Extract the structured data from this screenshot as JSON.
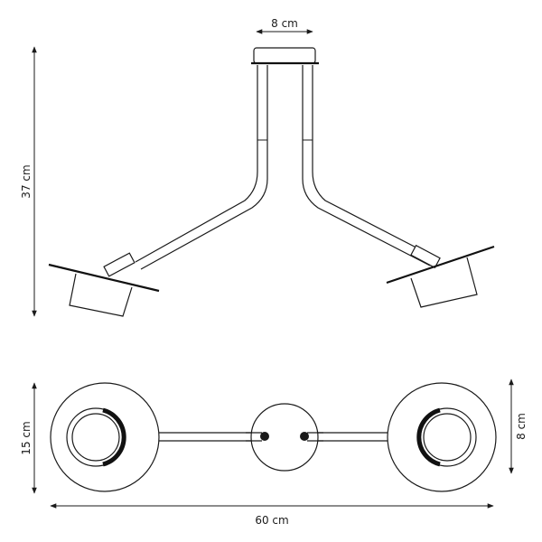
{
  "dimensions": {
    "top_width": "8 cm",
    "side_height": "37 cm",
    "base_height": "15 cm",
    "spot_diameter": "8 cm",
    "total_width": "60 cm"
  },
  "colors": {
    "line": "#1a1a1a",
    "background": "#ffffff"
  }
}
